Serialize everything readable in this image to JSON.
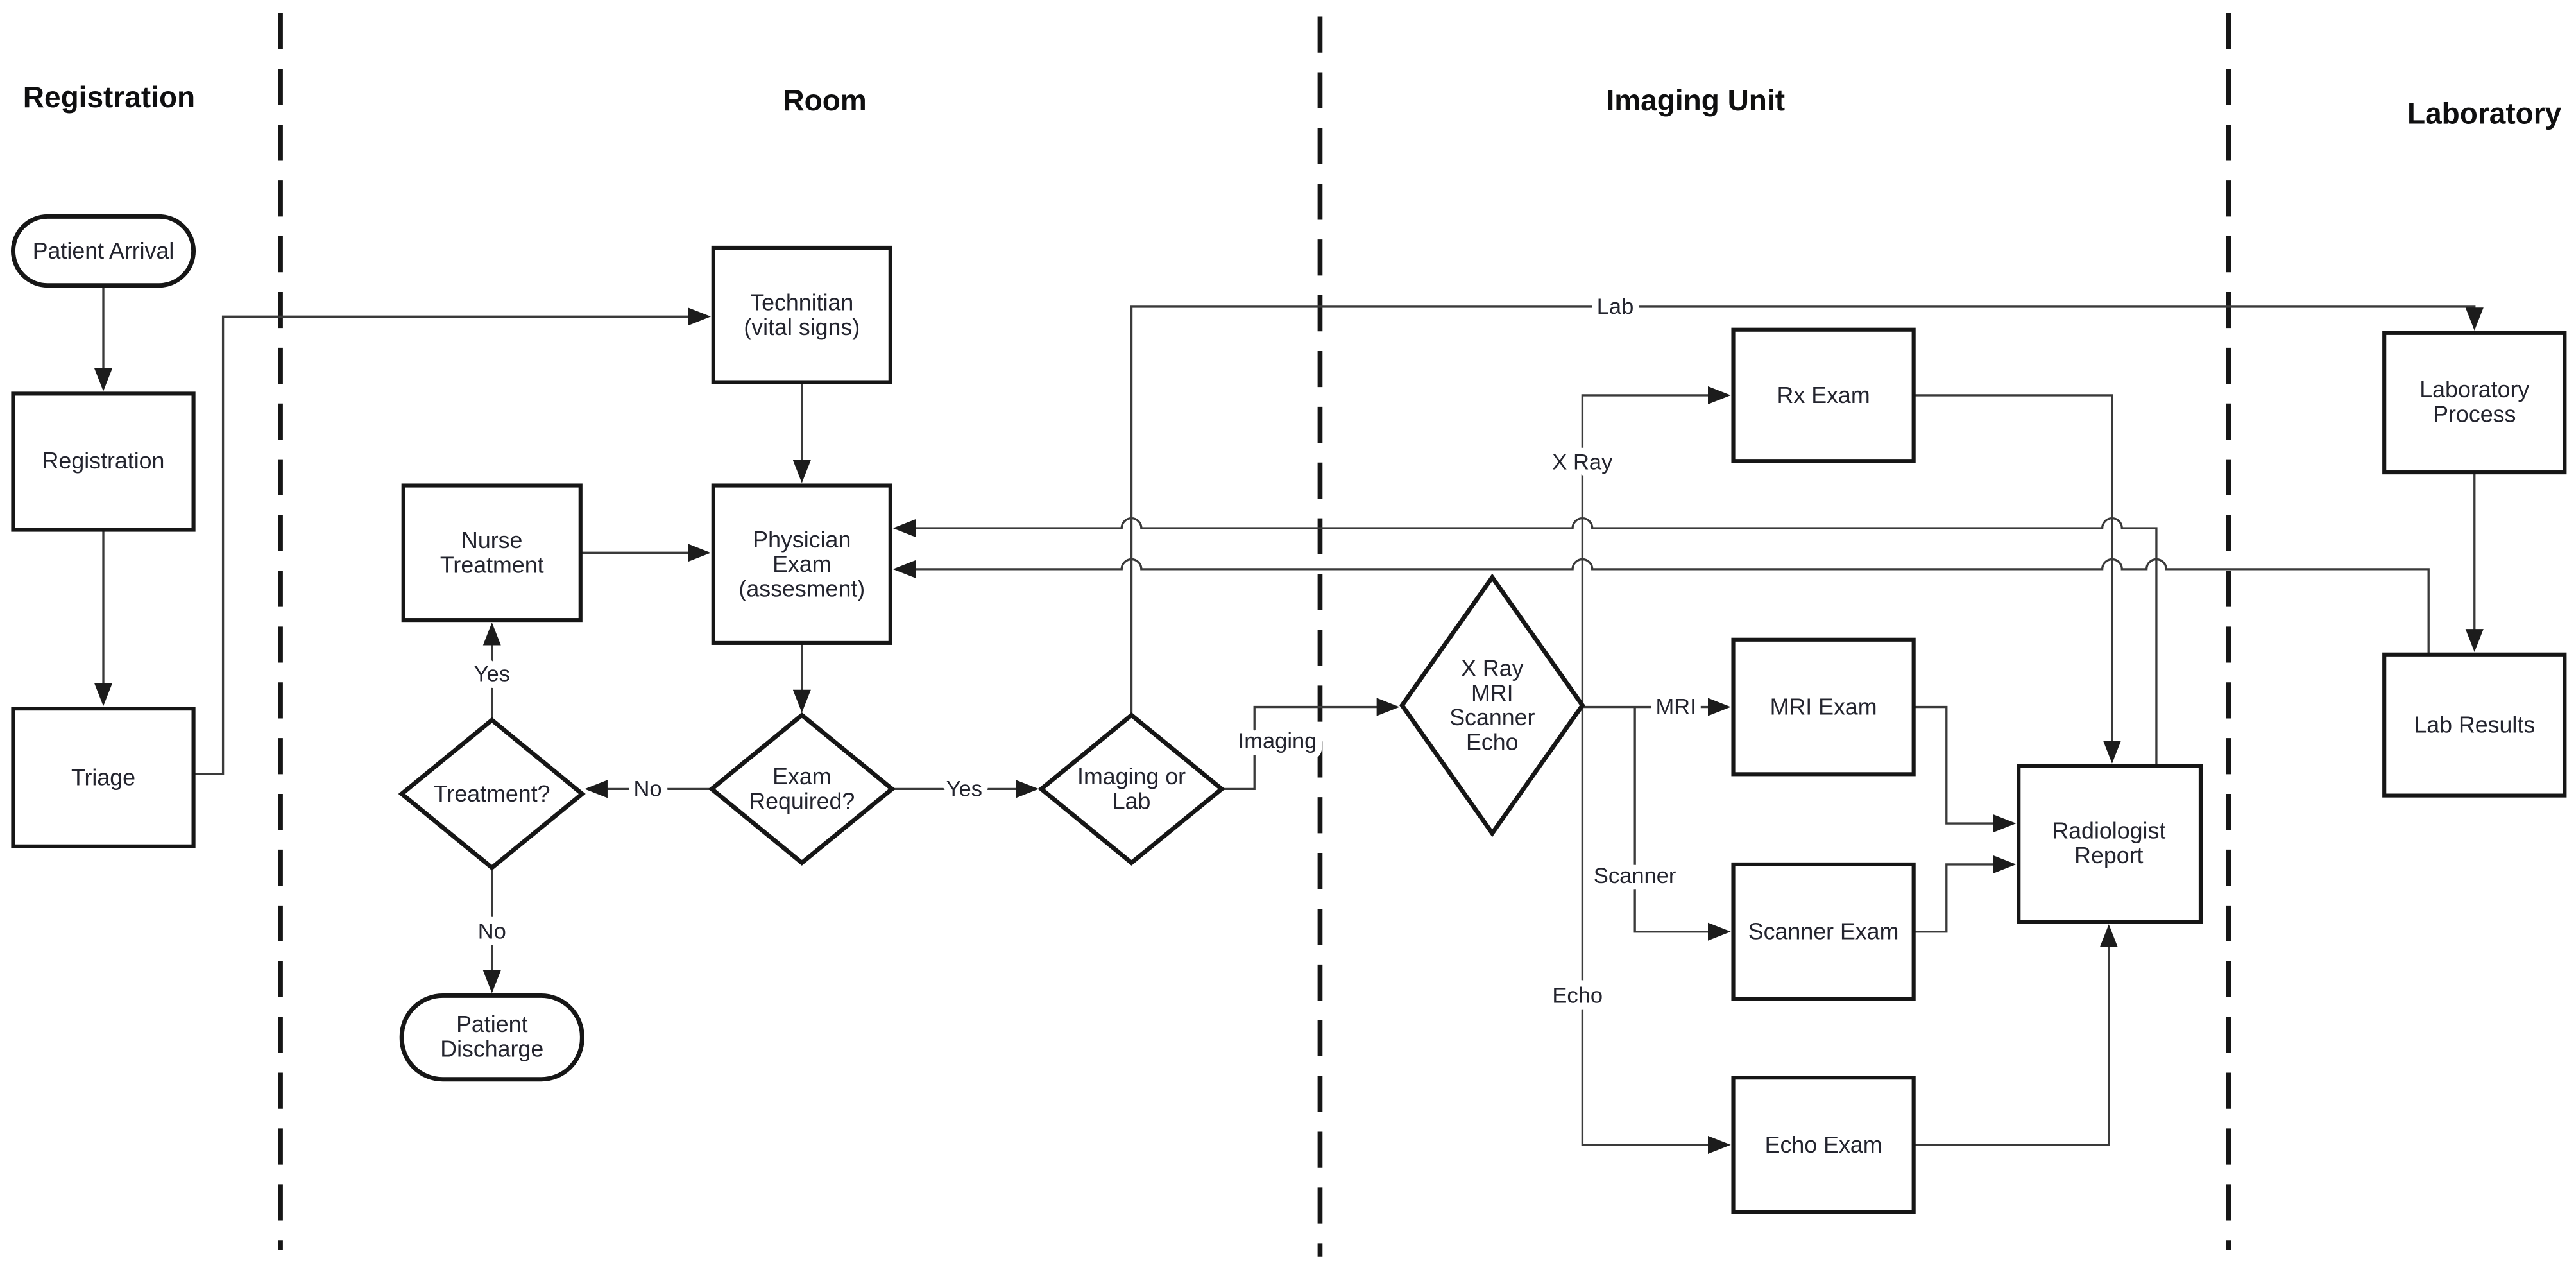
{
  "diagram": {
    "type": "flowchart-swimlane",
    "lanes": [
      {
        "label": "Registration"
      },
      {
        "label": "Room"
      },
      {
        "label": "Imaging Unit"
      },
      {
        "label": "Laboratory"
      }
    ],
    "nodes": {
      "patient_arrival": {
        "label": "Patient Arrival",
        "shape": "terminator"
      },
      "registration": {
        "label": "Registration",
        "shape": "process"
      },
      "triage": {
        "label": "Triage",
        "shape": "process"
      },
      "technitian": {
        "label": "Technitian\n(vital signs)",
        "shape": "process"
      },
      "nurse_treatment": {
        "label": "Nurse\nTreatment",
        "shape": "process"
      },
      "physician_exam": {
        "label": "Physician\nExam\n(assesment)",
        "shape": "process"
      },
      "treatment_q": {
        "label": "Treatment?",
        "shape": "decision"
      },
      "exam_required_q": {
        "label": "Exam\nRequired?",
        "shape": "decision"
      },
      "imaging_or_lab_q": {
        "label": "Imaging or\nLab",
        "shape": "decision"
      },
      "modality_q": {
        "label": "X Ray\nMRI\nScanner\nEcho",
        "shape": "decision"
      },
      "rx_exam": {
        "label": "Rx Exam",
        "shape": "process"
      },
      "mri_exam": {
        "label": "MRI Exam",
        "shape": "process"
      },
      "scanner_exam": {
        "label": "Scanner Exam",
        "shape": "process"
      },
      "echo_exam": {
        "label": "Echo Exam",
        "shape": "process"
      },
      "radiologist_report": {
        "label": "Radiologist\nReport",
        "shape": "process"
      },
      "laboratory_process": {
        "label": "Laboratory\nProcess",
        "shape": "process"
      },
      "lab_results": {
        "label": "Lab Results",
        "shape": "process"
      },
      "patient_discharge": {
        "label": "Patient\nDischarge",
        "shape": "terminator"
      }
    },
    "edge_labels": {
      "treatment_yes": "Yes",
      "treatment_no": "No",
      "exam_no": "No",
      "exam_yes": "Yes",
      "imaging": "Imaging",
      "lab": "Lab",
      "xray": "X Ray",
      "mri": "MRI",
      "scanner": "Scanner",
      "echo": "Echo"
    },
    "colors": {
      "background": "#ffffff",
      "shape_stroke": "#161616",
      "connector": "#3a3a3a",
      "text": "#23242e"
    }
  }
}
